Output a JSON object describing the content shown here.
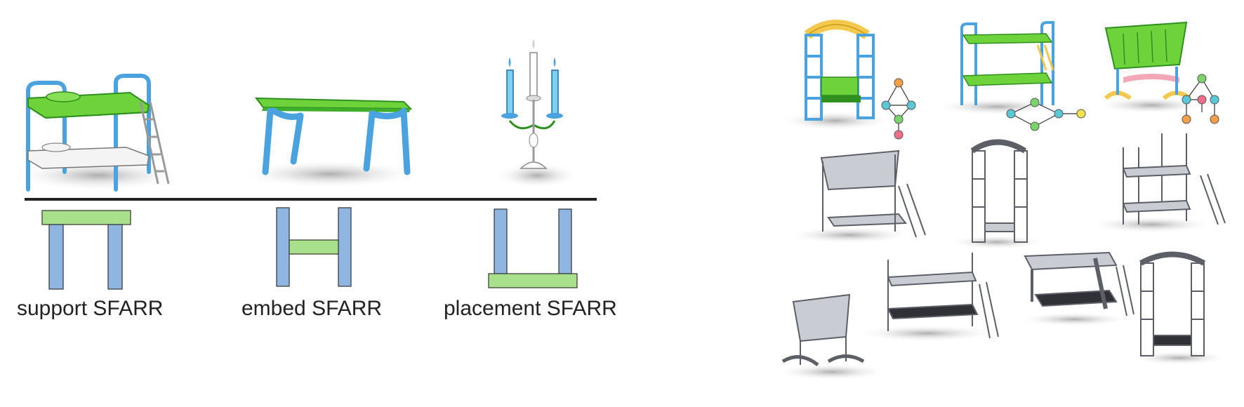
{
  "captions": {
    "support": "support SFARR",
    "embed": "embed SFARR",
    "placement": "placement SFARR"
  },
  "colors": {
    "green": "#6ed33a",
    "dark_green": "#2f8f1f",
    "blue": "#4aa3df",
    "dark_blue": "#1e6fb0",
    "pale_green": "#a9e08c",
    "pale_blue": "#8fb6e0",
    "yellow": "#f2c94c",
    "pink": "#f3a8b8",
    "gray": "#b9bcc2",
    "dark_gray": "#5c5f66"
  },
  "graph_node_colors": [
    "#7cd36a",
    "#f4a04a",
    "#5bc8d8",
    "#ef6f8a",
    "#f4e24a"
  ]
}
